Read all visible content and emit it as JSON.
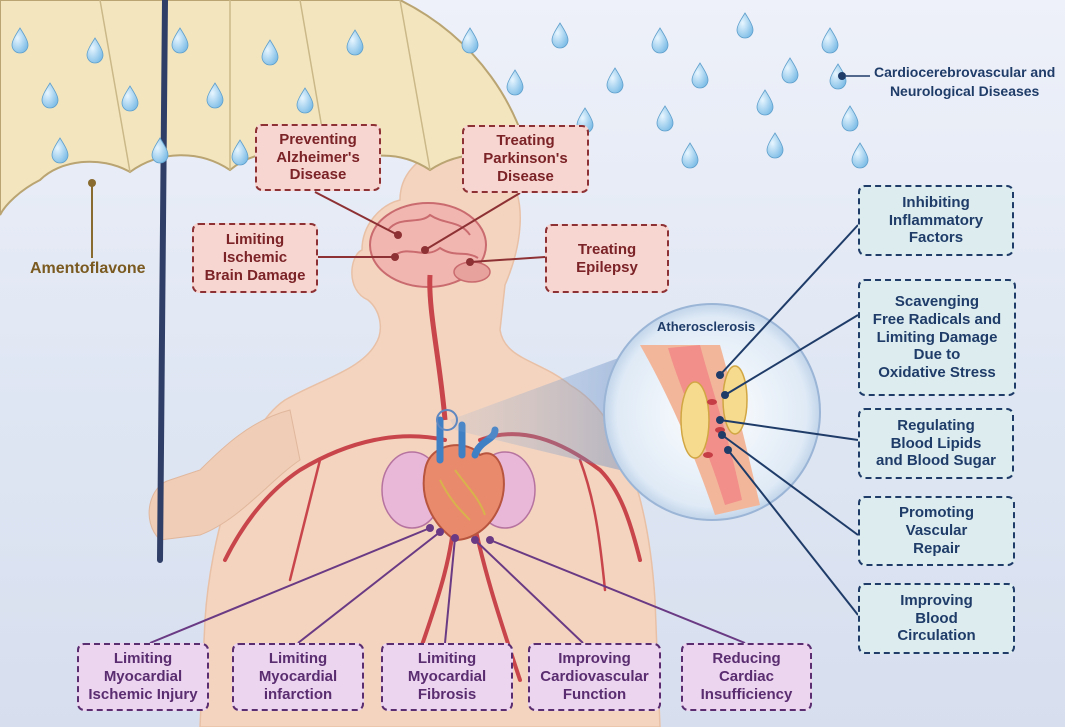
{
  "legend": {
    "text": "Cardiocerebrovascular and\nNeurological Diseases"
  },
  "umbrella": {
    "label": "Amentoflavone"
  },
  "inset": {
    "title": "Atherosclerosis"
  },
  "brain_effects": [
    "Preventing\nAlzheimer's\nDisease",
    "Treating\nParkinson's\nDisease",
    "Limiting\nIschemic\nBrain Damage",
    "Treating\nEpilepsy"
  ],
  "vascular_effects": [
    "Inhibiting\nInflammatory\nFactors",
    "Scavenging\nFree Radicals and\nLimiting Damage\nDue to\nOxidative Stress",
    "Regulating\nBlood Lipids\nand Blood Sugar",
    "Promoting\nVascular\nRepair",
    "Improving\nBlood\nCirculation"
  ],
  "heart_effects": [
    "Limiting\nMyocardial\nIschemic Injury",
    "Limiting\nMyocardial\ninfarction",
    "Limiting\nMyocardial\nFibrosis",
    "Improving\nCardiovascular\nFunction",
    "Reducing\nCardiac\nInsufficiency"
  ],
  "colors": {
    "brain_box_fill": "#f7d6d2",
    "brain_box_border": "#8e3134",
    "vascular_box_fill": "#dcecef",
    "vascular_box_border": "#1f3c69",
    "heart_box_fill": "#ecd5ef",
    "heart_box_border": "#5a2d70",
    "umbrella": "#f3e6bf",
    "body": "#f4d4bf",
    "droplet": "#9fd0ef"
  }
}
